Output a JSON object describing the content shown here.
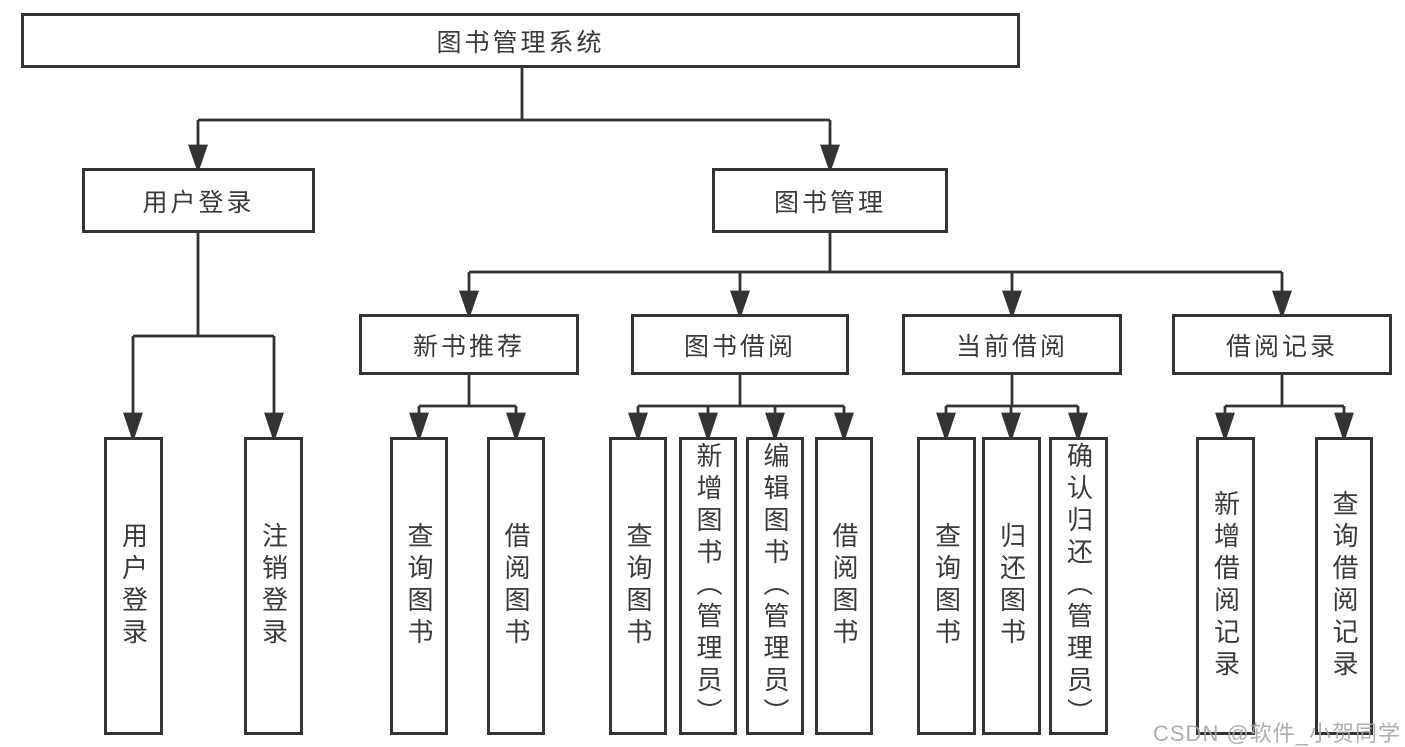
{
  "diagram": {
    "root": "图书管理系统",
    "user_login": {
      "label": "用户登录",
      "children": [
        "用户登录",
        "注销登录"
      ]
    },
    "book_management": {
      "label": "图书管理",
      "sections": [
        {
          "label": "新书推荐",
          "children": [
            "查询图书",
            "借阅图书"
          ]
        },
        {
          "label": "图书借阅",
          "children": [
            "查询图书",
            "新增图书（管理员）",
            "编辑图书（管理员）",
            "借阅图书"
          ]
        },
        {
          "label": "当前借阅",
          "children": [
            "查询图书",
            "归还图书",
            "确认归还（管理员）"
          ]
        },
        {
          "label": "借阅记录",
          "children": [
            "新增借阅记录",
            "查询借阅记录"
          ]
        }
      ]
    }
  },
  "watermark": "CSDN @软件_小贺同学",
  "colors": {
    "line": "#333333",
    "text": "#3a3a3a",
    "background": "#ffffff",
    "watermark": "#a6a6a6"
  }
}
